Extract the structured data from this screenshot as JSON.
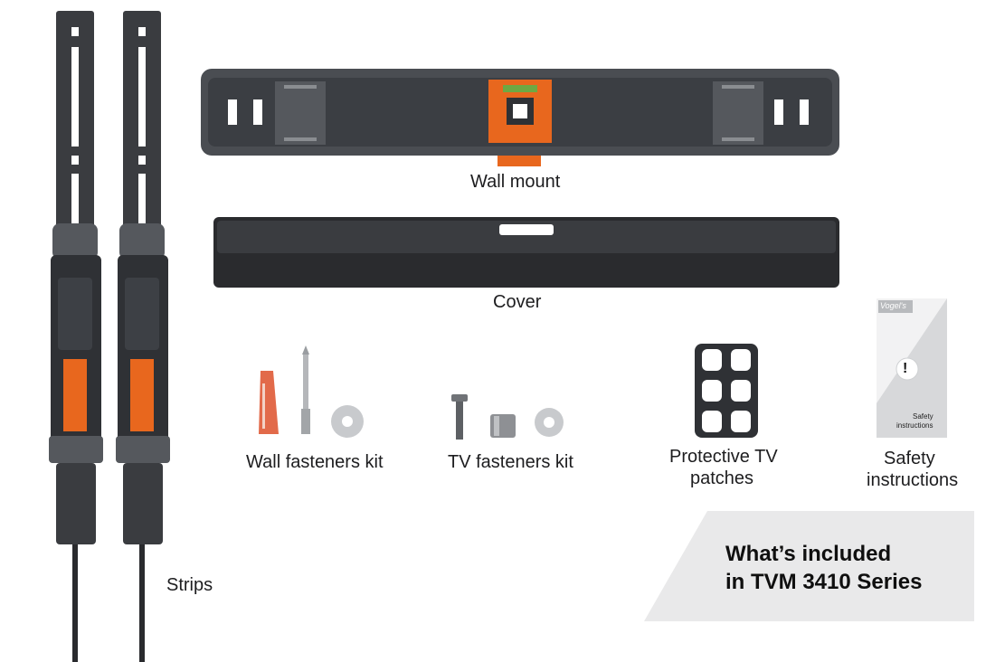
{
  "items": [
    {
      "id": "strips",
      "label": "Strips"
    },
    {
      "id": "wall_mount",
      "label": "Wall mount"
    },
    {
      "id": "cover",
      "label": "Cover"
    },
    {
      "id": "wall_fasteners",
      "label": "Wall fasteners kit"
    },
    {
      "id": "tv_fasteners",
      "label": "TV fasteners kit"
    },
    {
      "id": "patches",
      "label_line1": "Protective TV",
      "label_line2": "patches"
    },
    {
      "id": "safety",
      "label_line1": "Safety",
      "label_line2": "instructions"
    }
  ],
  "booklet": {
    "brand": "Vogel's",
    "title_line1": "Safety",
    "title_line2": "instructions",
    "warning_symbol": "!"
  },
  "banner": {
    "line1": "What’s included",
    "line2": "in TVM 3410 Series"
  },
  "colors": {
    "dark_grey": "#3a3c40",
    "mid_grey": "#55585d",
    "accent_orange": "#e8671e",
    "banner_bg": "#e9e9ea"
  },
  "icons": [
    "strip-icon",
    "wall-mount-icon",
    "cover-icon",
    "wall-plug-icon",
    "screw-icon",
    "washer-icon",
    "bolt-icon",
    "spacer-icon",
    "patch-icon",
    "booklet-icon"
  ]
}
